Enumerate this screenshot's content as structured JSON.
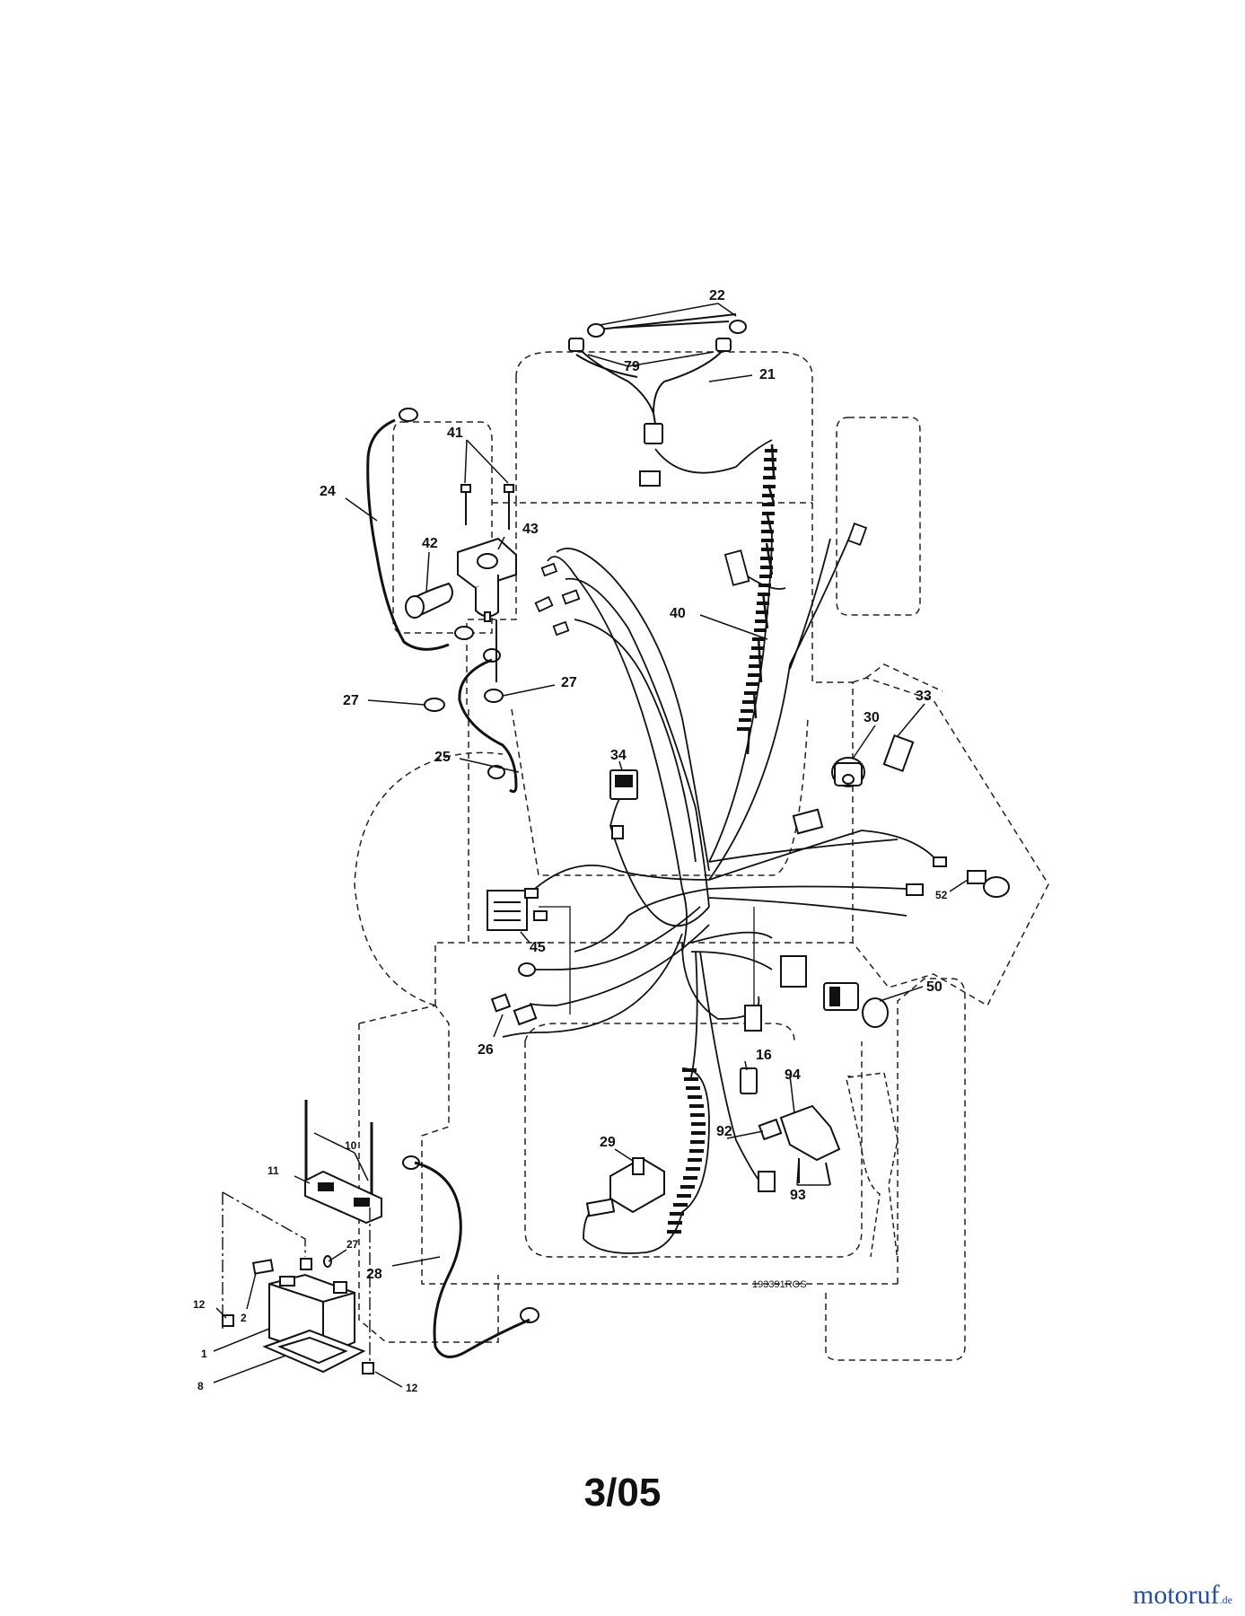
{
  "diagram": {
    "part_numbers": [
      "22",
      "79",
      "21",
      "41",
      "24",
      "42",
      "43",
      "40",
      "27",
      "27",
      "33",
      "30",
      "25",
      "34",
      "52",
      "45",
      "50",
      "26",
      "16",
      "94",
      "92",
      "29",
      "10",
      "11",
      "93",
      "27",
      "28",
      "12",
      "2",
      "1",
      "8",
      "12"
    ],
    "drawing_code": "193391ROS"
  },
  "page": {
    "number": "3/05"
  },
  "brand": {
    "name": "motoruf",
    "suffix": ".de",
    "color": "#2a4f9a"
  }
}
